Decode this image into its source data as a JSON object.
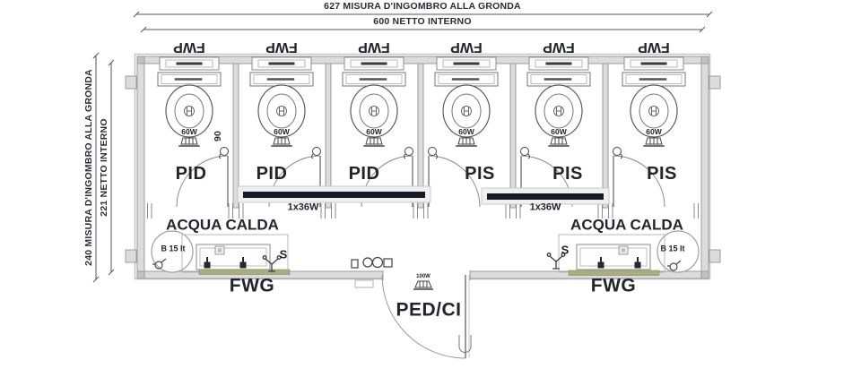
{
  "drawing": {
    "dimensions": {
      "top_outer": "627 MISURA D'INGOMBRO ALLA GRONDA",
      "top_inner": "600 NETTO INTERNO",
      "side_outer": "240 MISURA D'INGOMBRO ALLA GRONDA",
      "side_inner": "221 NETTO INTERNO",
      "stall_width": "90"
    },
    "stalls": [
      {
        "window_label": "FWP",
        "lamp": "60W",
        "room": "PID"
      },
      {
        "window_label": "FWP",
        "lamp": "60W",
        "room": "PID"
      },
      {
        "window_label": "FWP",
        "lamp": "60W",
        "room": "PID"
      },
      {
        "window_label": "FWP",
        "lamp": "60W",
        "room": "PIS"
      },
      {
        "window_label": "FWP",
        "lamp": "60W",
        "room": "PIS"
      },
      {
        "window_label": "FWP",
        "lamp": "60W",
        "room": "PIS"
      }
    ],
    "lights": {
      "left": "1x36W",
      "right": "1x36W"
    },
    "hot_water": {
      "left": "ACQUA CALDA",
      "right": "ACQUA CALDA"
    },
    "boilers": {
      "left": "B 15 lt",
      "right": "B 15 lt"
    },
    "washbasins": {
      "left": "FWG",
      "right": "FWG"
    },
    "switches": {
      "left": "S",
      "right": "S"
    },
    "entrance": {
      "label": "PED/CI",
      "lamp": "100W"
    },
    "colors": {
      "line": "#23232e",
      "wall_fill": "#dcdcdc",
      "wall_stroke": "#9c9c9c",
      "light_bar": "#191925",
      "shelf_green": "#a9ae7e"
    }
  }
}
